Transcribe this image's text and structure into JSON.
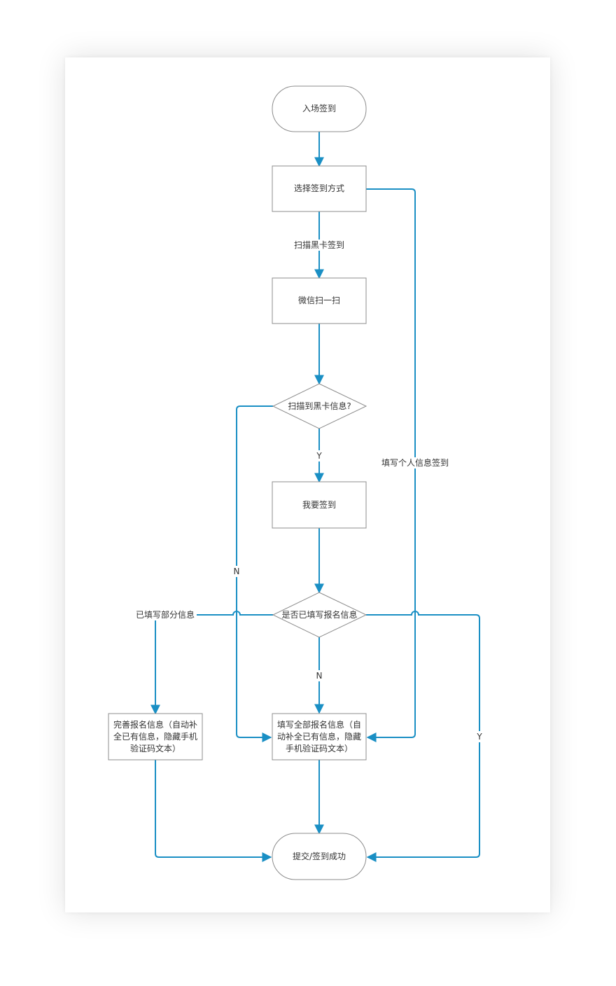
{
  "colors": {
    "edge": "#1a8fc4",
    "node_border": "#8c8c8c",
    "text": "#333333",
    "background": "#ffffff"
  },
  "nodes": {
    "start": "入场签到",
    "choose_method": "选择签到方式",
    "wechat_scan": "微信扫一扫",
    "scanned_card": "扫描到黑卡信息?",
    "i_want_checkin": "我要签到",
    "filled_registration": "是否已填写报名信息",
    "complete_info": "完善报名信息（自动补全已有信息，隐藏手机验证码文本）",
    "fill_all_info": "填写全部报名信息（自动补全已有信息，隐藏手机验证码文本）",
    "end": "提交/签到成功"
  },
  "edge_labels": {
    "scan_card": "扫描黑卡签到",
    "fill_personal": "填写个人信息签到",
    "yes_1": "Y",
    "no_1": "N",
    "partial": "已填写部分信息",
    "no_2": "N",
    "yes_2": "Y"
  }
}
